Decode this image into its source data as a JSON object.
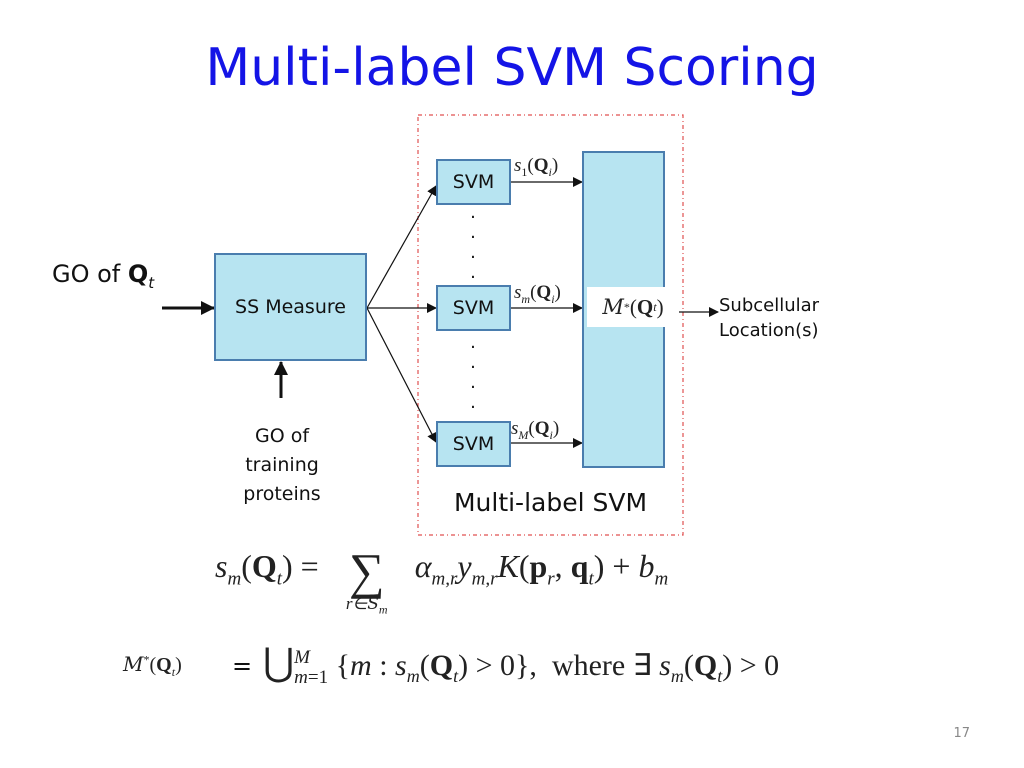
{
  "slide": {
    "title": "Multi-label SVM Scoring",
    "page_number": "17"
  },
  "diagram": {
    "input_label_prefix": "GO of ",
    "input_label_bold": "Q",
    "input_label_sub": "t",
    "ss_measure": "SS Measure",
    "training_label": [
      "GO of",
      "training",
      "proteins"
    ],
    "svm_label": "SVM",
    "score_labels": [
      {
        "s_sub": "1",
        "q_sub": "i"
      },
      {
        "s_sub": "m",
        "q_sub": "i"
      },
      {
        "s_sub": "M",
        "q_sub": "i"
      }
    ],
    "m_star_script": "M",
    "m_star_arg": "Q",
    "m_star_sub": "t",
    "output_label": [
      "Subcellular",
      "Location(s)"
    ],
    "group_label": "Multi-label SVM"
  },
  "equations": {
    "eq1_lhs": "s",
    "eq1_sub": "m",
    "eq1_sum_index": "r∈",
    "eq1_sum_set": "S",
    "eq1_sum_set_sub": "m",
    "eq2_equals": "=",
    "eq2_where": "where"
  },
  "colors": {
    "title": "#1414e6",
    "box_fill": "#b7e4f1",
    "box_border": "#4a7dae",
    "dashed_border": "#e05050"
  }
}
